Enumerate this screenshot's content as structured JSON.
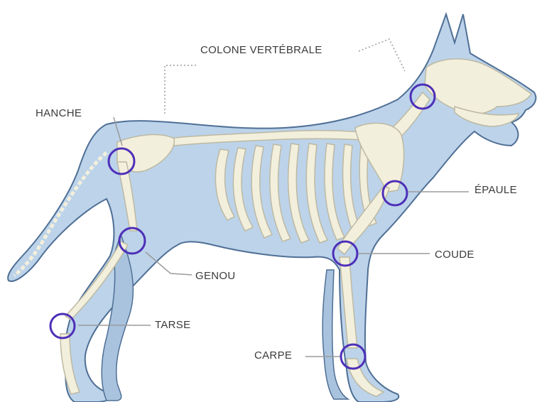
{
  "colors": {
    "body_fill": "#bcd3ea",
    "body_outline": "#4f6f95",
    "bone_fill": "#f2efdc",
    "bone_outline": "#bdb9a2",
    "joint_circle": "#4d2fb8",
    "leader_line": "#9b9b9b",
    "label_text": "#3b3b3b"
  },
  "labels": {
    "spine": "COLONE VERTÉBRALE",
    "hip": "HANCHE",
    "shoulder": "ÉPAULE",
    "elbow": "COUDE",
    "knee": "GENOU",
    "tarsus": "TARSE",
    "carpus": "CARPE"
  }
}
